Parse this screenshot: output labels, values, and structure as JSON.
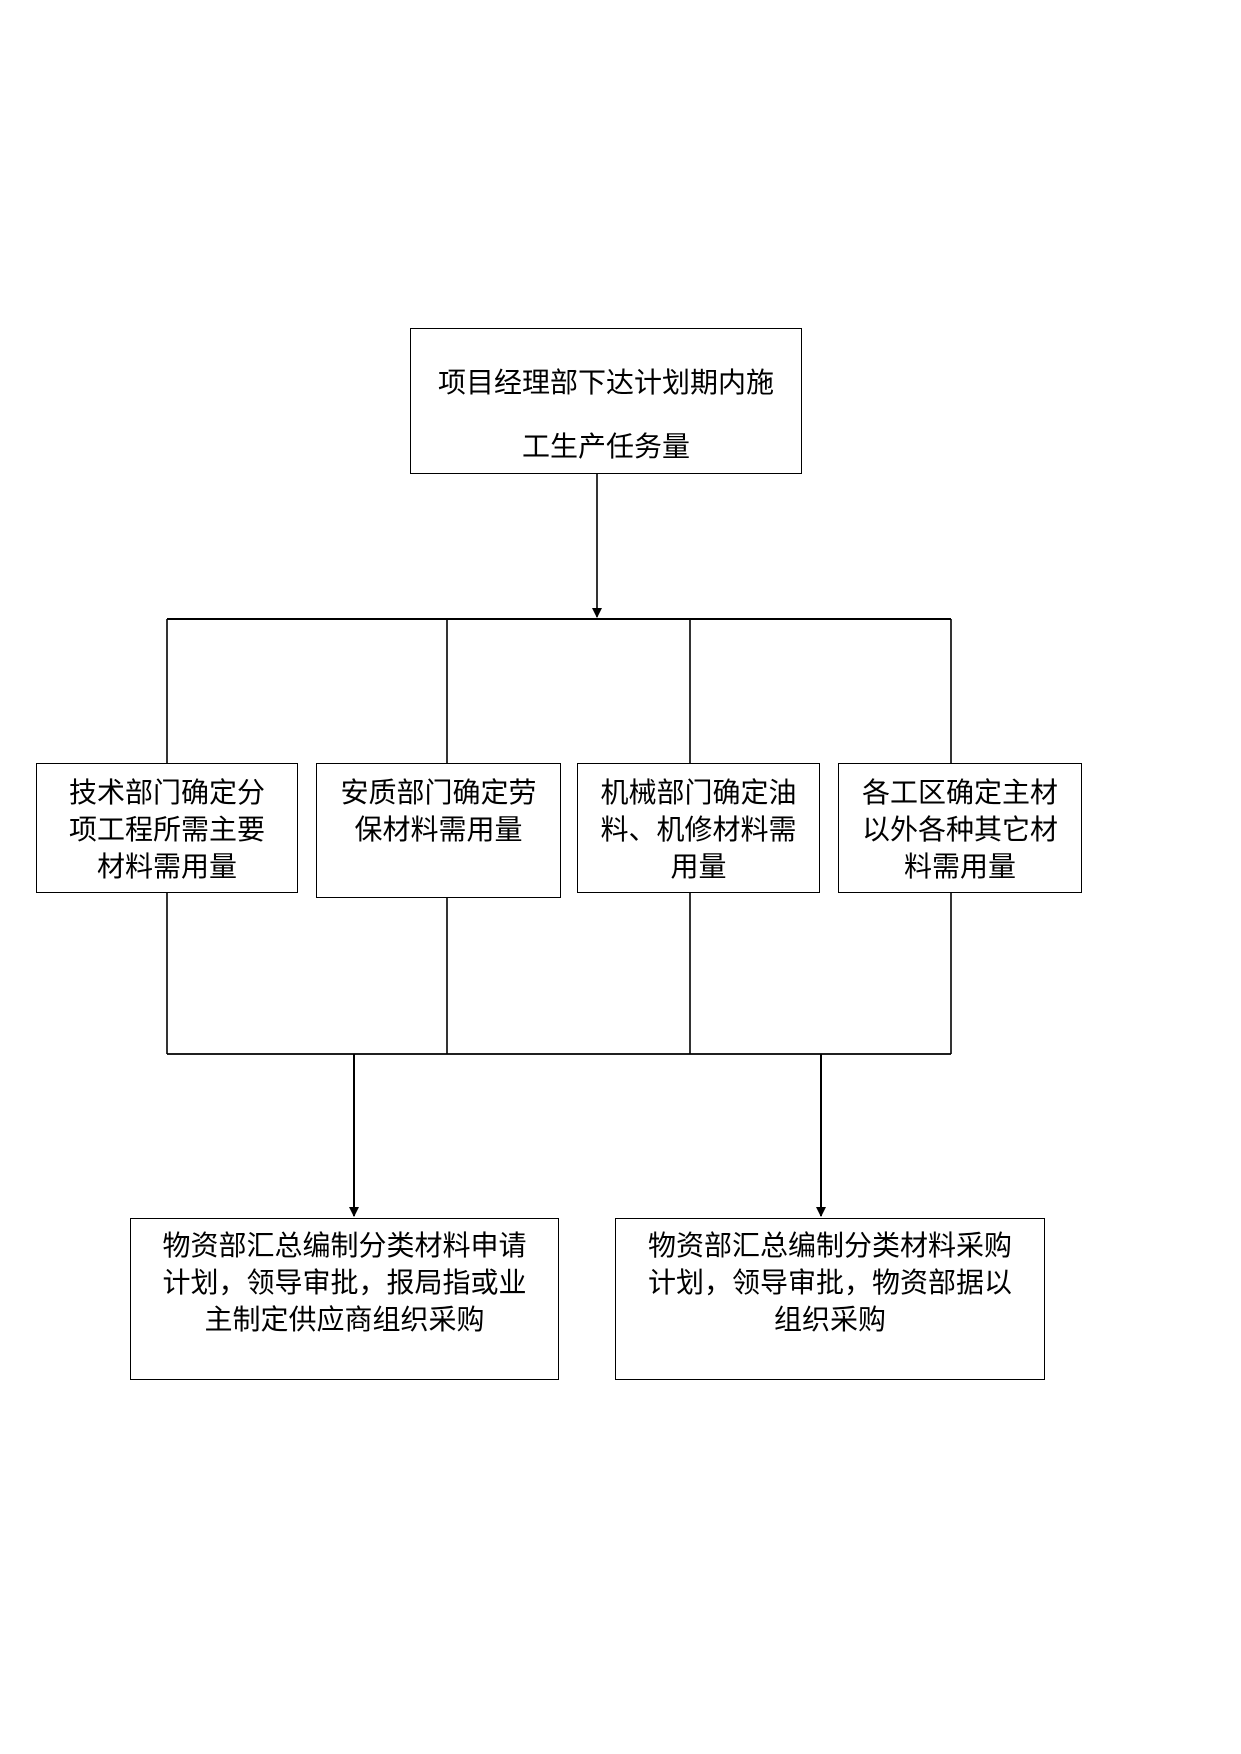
{
  "top_box": {
    "lines": [
      "项目经理部下达计划期内施",
      "工生产任务量"
    ]
  },
  "departments": [
    {
      "key": "tech",
      "lines": [
        "技术部门确定分",
        "项工程所需主要",
        "材料需用量"
      ]
    },
    {
      "key": "safety",
      "lines": [
        "安质部门确定劳",
        "保材料需用量"
      ]
    },
    {
      "key": "mech",
      "lines": [
        "机械部门确定油",
        "料、机修材料需",
        "用量"
      ]
    },
    {
      "key": "zone",
      "lines": [
        "各工区确定主材",
        "以外各种其它材",
        "料需用量"
      ]
    }
  ],
  "outputs": [
    {
      "key": "apply",
      "lines": [
        "物资部汇总编制分类材料申请",
        "计划，领导审批，报局指或业",
        "主制定供应商组织采购"
      ]
    },
    {
      "key": "purchase",
      "lines": [
        "物资部汇总编制分类材料采购",
        "计划，领导审批，物资部据以",
        "组织采购"
      ]
    }
  ]
}
